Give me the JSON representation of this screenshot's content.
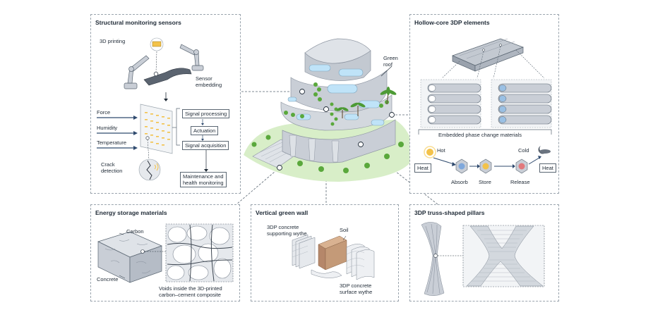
{
  "panels": {
    "monitoring": {
      "title": "Structural monitoring sensors",
      "printing": "3D printing",
      "embedding_1": "Sensor",
      "embedding_2": "embedding",
      "inputs": [
        "Force",
        "Humidity",
        "Temperature"
      ],
      "steps": [
        "Signal processing",
        "Actuation",
        "Signal acquisition"
      ],
      "crack_1": "Crack",
      "crack_2": "detection",
      "maintenance_1": "Maintenance and",
      "maintenance_2": "health monitoring"
    },
    "hollow": {
      "title": "Hollow-core 3DP elements",
      "pcm": "Embedded phase change materials",
      "hot": "Hot",
      "cold": "Cold",
      "heat_left": "Heat",
      "heat_right": "Heat",
      "stages": [
        "Absorb",
        "Store",
        "Release"
      ]
    },
    "energy": {
      "title": "Energy storage materials",
      "carbon": "Carbon",
      "concrete": "Concrete",
      "voids_1": "Voids inside the 3D-printed",
      "voids_2": "carbon–cement composite"
    },
    "green_wall": {
      "title": "Vertical green wall",
      "support_1": "3DP concrete",
      "support_2": "supporting wythe",
      "soil": "Soil",
      "surface_1": "3DP concrete",
      "surface_2": "surface wythe"
    },
    "truss": {
      "title": "3DP truss-shaped pillars"
    }
  },
  "building": {
    "green_roof_1": "Green",
    "green_roof_2": "roof"
  },
  "colors": {
    "concrete": "#c9ced6",
    "concrete_dark": "#8f97a3",
    "glass": "#bfe3f8",
    "green": "#5aa83c",
    "ground": "#d8eec8",
    "soil": "#c49a78",
    "hot": "#f3c24a",
    "red": "#e2797c",
    "blue": "#7fa8dc",
    "text": "#1f2a36",
    "dash": "#9aa4ad"
  }
}
